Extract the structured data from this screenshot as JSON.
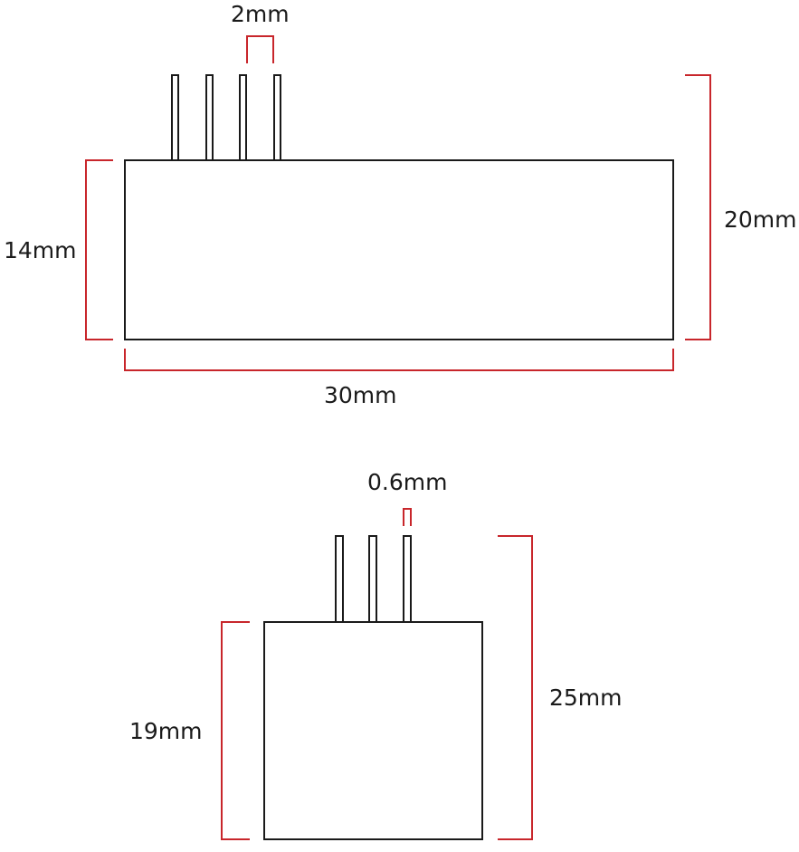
{
  "colors": {
    "outline": "#1a1a1a",
    "dimension": "#c8262b",
    "text": "#1a1a1a",
    "background": "#ffffff"
  },
  "views": {
    "top": {
      "pin_count": 4,
      "labels": {
        "pin_pitch": "2mm",
        "body_height": "14mm",
        "total_height": "20mm",
        "width": "30mm"
      }
    },
    "bottom": {
      "pin_count": 3,
      "labels": {
        "pin_width": "0.6mm",
        "body_height": "19mm",
        "total_height": "25mm"
      }
    }
  }
}
